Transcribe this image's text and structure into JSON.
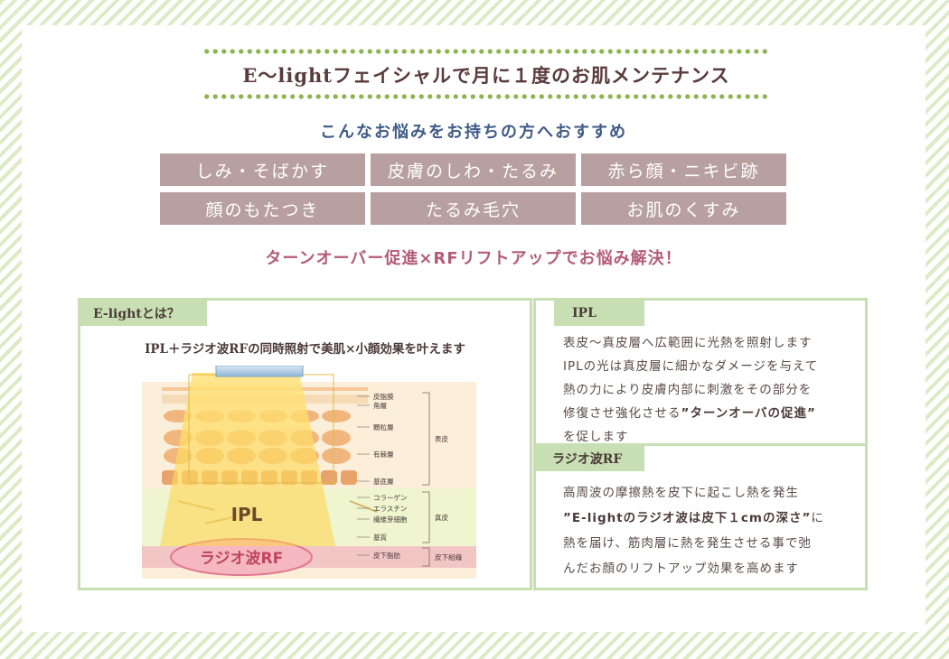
{
  "header": {
    "title": "E〜lightフェイシャルで月に１度のお肌メンテナンス",
    "subtitle": "こんなお悩みをお持ちの方へおすすめ"
  },
  "concerns": [
    "しみ・そばかす",
    "皮膚のしわ・たるみ",
    "赤ら顔・ニキビ跡",
    "顔のもたつき",
    "たるみ毛穴",
    "お肌のくすみ"
  ],
  "headline": "ターンオーバー促進×RFリフトアップでお悩み解決！",
  "elight": {
    "tag": "E-lightとは？",
    "lead": "IPL＋ラジオ波RFの同時照射で美肌×小顔効果を叶えます",
    "diagram": {
      "ipl_label": "IPL",
      "rf_label": "ラジオ波RF",
      "layer_labels": [
        "皮脂膜",
        "角層",
        "顆粒層",
        "有棘層",
        "基底層",
        "コラーゲン",
        "エラスチン",
        "繊維芽細胞",
        "基質",
        "皮下脂肪"
      ],
      "group_labels": [
        "表皮",
        "真皮",
        "皮下組織"
      ]
    }
  },
  "ipl": {
    "tag": "IPL",
    "lines": [
      "表皮〜真皮層へ広範囲に光熱を照射します",
      "IPLの光は真皮層に細かなダメージを与えて",
      "熱の力により皮膚内部に刺激をその部分を",
      "修復させ強化させる"
    ],
    "emphasis": "”ターンオーバの促進”",
    "tail": "を促します"
  },
  "rf": {
    "tag": "ラジオ波RF",
    "line1": "高周波の摩擦熱を皮下に起こし熱を発生",
    "emphasis": "”E-lightのラジオ波は皮下１cmの深さ”",
    "line2_suffix": "に",
    "line3": "熱を届け、筋肉層に熱を発生させる事で弛",
    "line4": "んだお顔のリフトアップ効果を高めます"
  },
  "colors": {
    "stripe": "#dcebc6",
    "dot": "#8cb44f",
    "concern_bg": "#b9a0a0",
    "title": "#5a3b3b",
    "subtitle": "#3f5b86",
    "headline": "#b35c7a",
    "frame": "#c7dfb3"
  }
}
